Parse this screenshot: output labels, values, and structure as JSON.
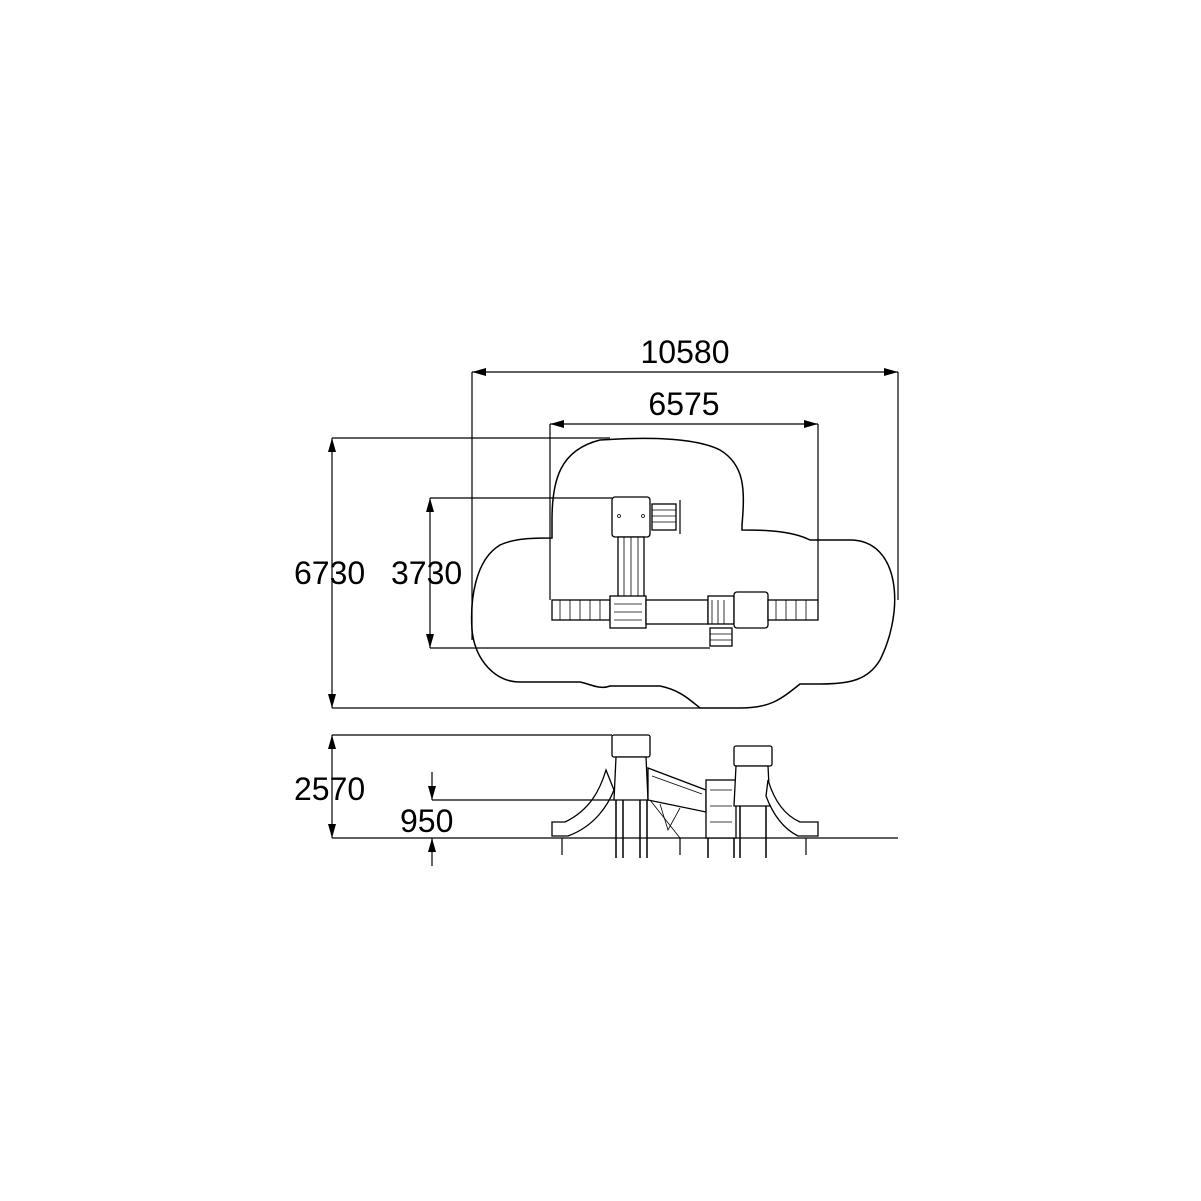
{
  "dimensions": {
    "overall_width": "10580",
    "inner_width": "6575",
    "overall_depth": "6730",
    "inner_depth": "3730",
    "total_height": "2570",
    "platform_height": "950"
  },
  "colors": {
    "line": "#000000",
    "background": "#ffffff"
  }
}
